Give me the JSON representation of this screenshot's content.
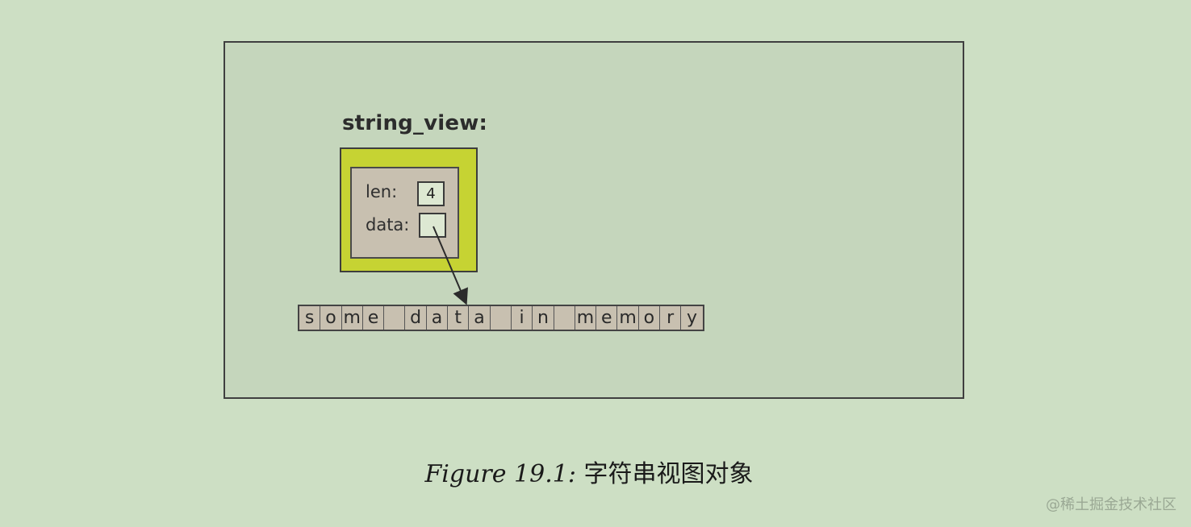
{
  "diagram": {
    "title": "string_view:",
    "len_label": "len:",
    "len_value": "4",
    "data_label": "data:",
    "memory_cells": [
      "s",
      "o",
      "m",
      "e",
      "",
      "d",
      "a",
      "t",
      "a",
      "",
      "i",
      "n",
      "",
      "m",
      "e",
      "m",
      "o",
      "r",
      "y"
    ],
    "colors": {
      "background": "#cddfc4",
      "frame": "#c5d6bc",
      "outer_box": "#c6d333",
      "inner_box": "#c8c0b0",
      "memory_cells": "#c8c0b0"
    }
  },
  "caption": {
    "figure_label": "Figure 19.1:",
    "text": "字符串视图对象"
  },
  "watermark": "@稀土掘金技术社区"
}
